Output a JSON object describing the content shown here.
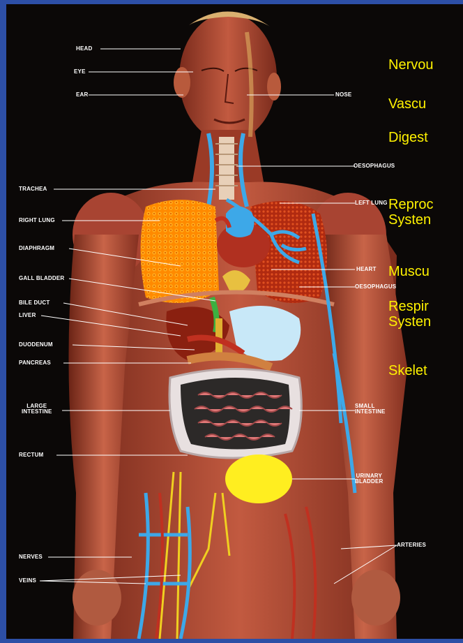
{
  "anatomy_labels": {
    "head": "HEAD",
    "eye": "EYE",
    "ear": "EAR",
    "nose": "NOSE",
    "trachea": "TRACHEA",
    "oesophagus_top": "OESOPHAGUS",
    "left_lung": "LEFT LUNG",
    "right_lung": "RIGHT LUNG",
    "diaphragm": "DIAPHRAGM",
    "heart": "HEART",
    "gall_bladder": "GALL BLADDER",
    "oesophagus_mid": "OESOPHAGUS",
    "bile_duct": "BILE DUCT",
    "liver": "LIVER",
    "duodenum": "DUODENUM",
    "pancreas": "PANCREAS",
    "large_intestine": "LARGE\nINTESTINE",
    "small_intestine": "SMALL\nINTESTINE",
    "rectum": "RECTUM",
    "urinary_bladder": "URINARY\nBLADDER",
    "nerves": "NERVES",
    "veins": "VEINS",
    "arteries": "ARTERIES"
  },
  "overlay_systems": {
    "nervous": "Nervou",
    "vascular": "Vascu",
    "digestive": "Digest",
    "reproductive": "Reproc\nSysten",
    "muscular": "Muscu",
    "respiratory": "Respir\nSysten",
    "skeletal": "Skelet"
  },
  "colors": {
    "frame": "#2d4fa6",
    "background": "#0b0807",
    "overlay_text": "#fff200",
    "label_text": "#ffffff"
  }
}
